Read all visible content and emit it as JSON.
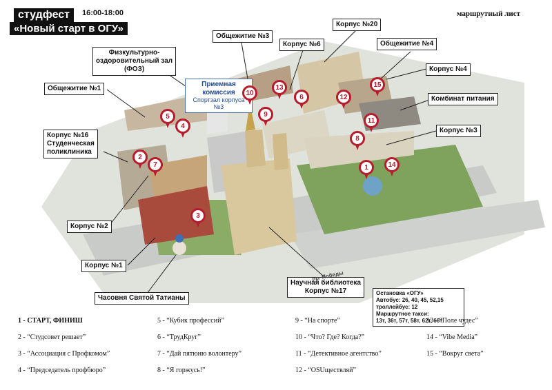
{
  "header": {
    "title_line1": "студфест",
    "time": "16:00-18:00",
    "title_line2": "«Новый старт в ОГУ»",
    "doc_label": "маршрутный лист"
  },
  "map": {
    "labels": {
      "obshch3": "Общежитие №3",
      "korpus20": "Корпус №20",
      "korpus6": "Корпус №6",
      "obshch4": "Общежитие №4",
      "foz": "Физкультурно-\nоздоровительный зал\n(ФОЗ)",
      "korpus4": "Корпус №4",
      "obshch1": "Общежитие №1",
      "kombinat": "Комбинат питания",
      "korpus3": "Корпус №3",
      "korpus16": "Корпус №16\nСтуденческая\nполиклиника",
      "korpus2": "Корпус №2",
      "korpus1": "Корпус №1",
      "chapel": "Часовня Святой Татианы",
      "library": "Научная библиотека\nКорпус №17"
    },
    "admissions": {
      "line1": "Приемная",
      "line2": "комиссия",
      "line3": "Спортзал корпуса №3"
    },
    "road": "пр. Победы",
    "stop": {
      "title": "Остановка «ОГУ»",
      "bus": "Автобус: 26, 40, 45, 52,15",
      "trolley": "троллейбус: 12",
      "taxi_title": "Маршрутное такси:",
      "taxi": "13т, 36т, 57т, 58т, 62т, 66т"
    },
    "pins": [
      "1",
      "2",
      "3",
      "4",
      "5",
      "6",
      "7",
      "8",
      "9",
      "10",
      "11",
      "12",
      "13",
      "14",
      "15"
    ]
  },
  "legend": [
    "1 - СТАРТ, ФИНИШ",
    "2 - “Студсовет решает”",
    "3 - “Ассоциация с Профкомом”",
    "4 - “Председатель профбюро”",
    "5 - “Кубик профессий”",
    "6 - “ТрудКруг”",
    "7 - “Дай пятюню волонтеру”",
    "8 - “Я горжусь!”",
    "9 - “На спорте”",
    "10 - “Что? Где? Когда?”",
    "11 - “Детективное агентство”",
    "12 - “OSUществляй”",
    "13 - “Поле чудес”",
    "14 - “Vibe Media”",
    "15 - “Вокруг света”"
  ],
  "colors": {
    "pin": "#b71c2c",
    "admissions": "#234c8e"
  }
}
